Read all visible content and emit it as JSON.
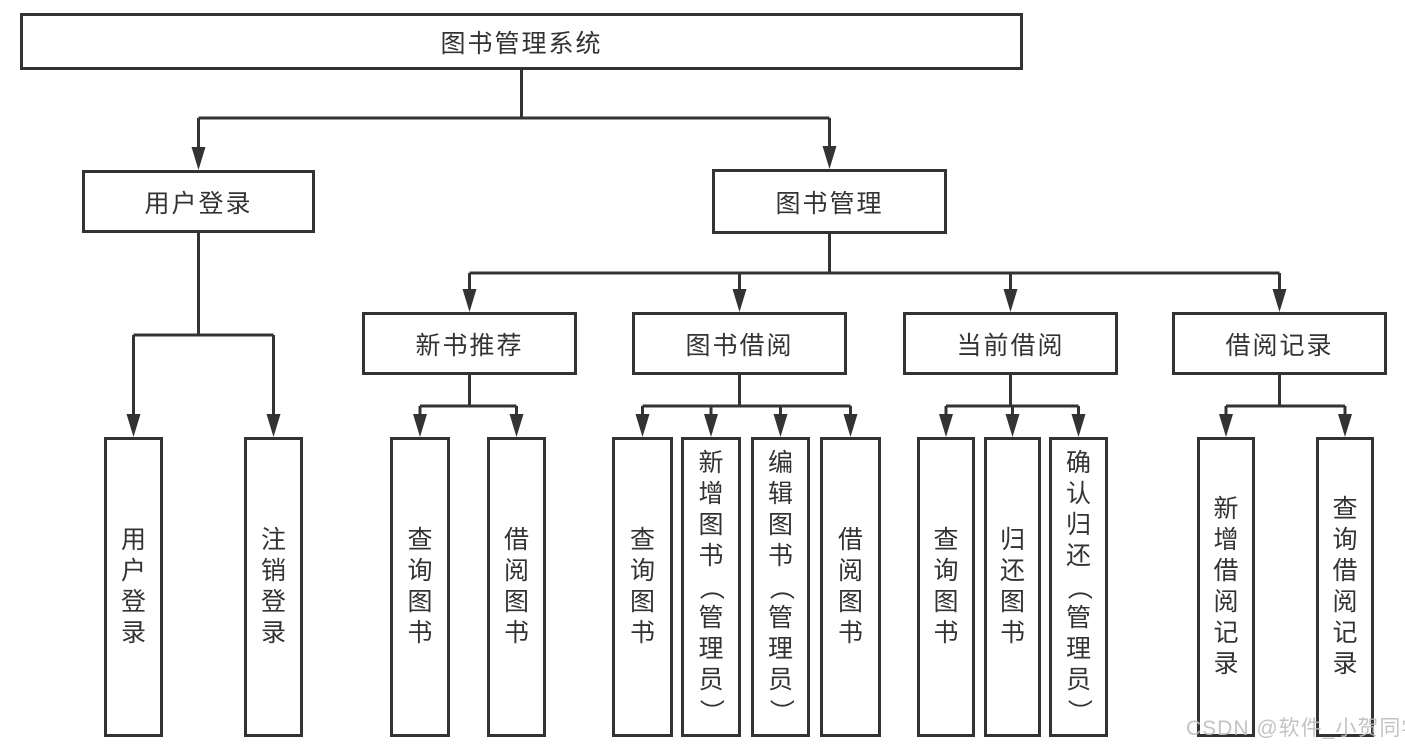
{
  "root": {
    "label": "图书管理系统"
  },
  "modules": {
    "user_login": {
      "label": "用户登录",
      "children": [
        "用户登录",
        "注销登录"
      ]
    },
    "book_mgmt": {
      "label": "图书管理",
      "sections": {
        "new_book": {
          "label": "新书推荐",
          "children": [
            "查询图书",
            "借阅图书"
          ]
        },
        "borrow": {
          "label": "图书借阅",
          "children": [
            "查询图书",
            "新增图书（管理员）",
            "编辑图书（管理员）",
            "借阅图书"
          ]
        },
        "current": {
          "label": "当前借阅",
          "children": [
            "查询图书",
            "归还图书",
            "确认归还（管理员）"
          ]
        },
        "records": {
          "label": "借阅记录",
          "children": [
            "新增借阅记录",
            "查询借阅记录"
          ]
        }
      }
    }
  },
  "watermark": {
    "text": "CSDN @软件_小贺同学"
  },
  "colors": {
    "line": "#333333",
    "box_border": "#333333",
    "box_fill": "#ffffff",
    "text": "#333333",
    "watermark": "#bdbdbd"
  }
}
